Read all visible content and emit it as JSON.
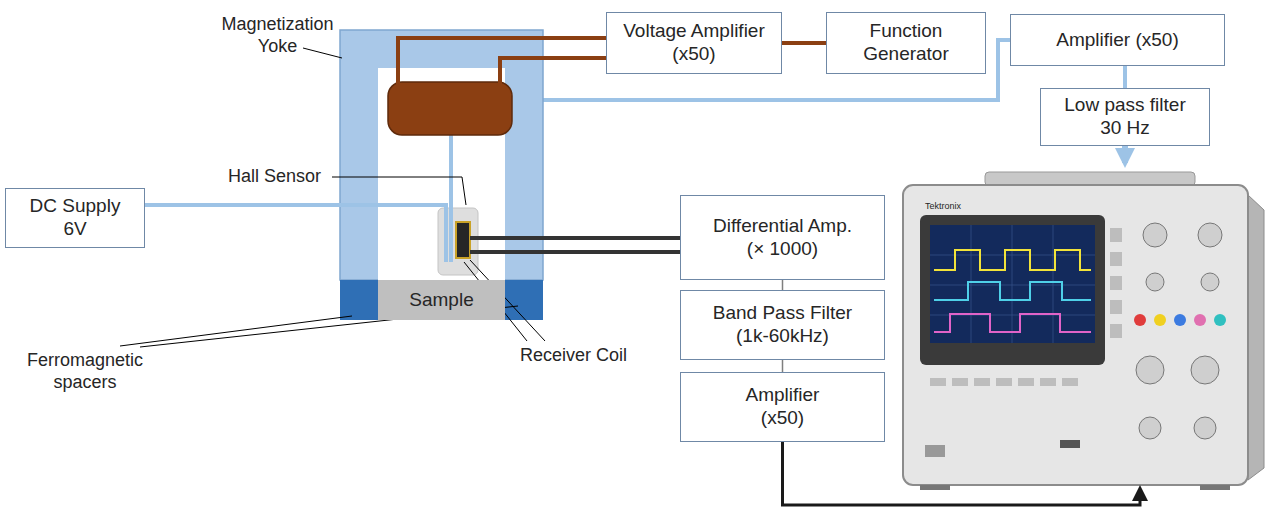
{
  "diagram": {
    "nodes": [
      {
        "text": [
          "Voltage Amplifier (x50)"
        ]
      },
      {
        "text": [
          "Function Generator"
        ]
      },
      {
        "text": [
          "Amplifier (x50)"
        ]
      },
      {
        "text": [
          "DC Supply 6V"
        ]
      },
      {
        "text": [
          "Low pass filter 30 Hz"
        ]
      },
      {
        "text": [
          "Differential Amp. (× 1000)"
        ]
      },
      {
        "text": [
          "Sample"
        ]
      },
      {
        "text": [
          "Band Pass Filter (1k-60kHz)"
        ]
      },
      {
        "text": [
          "Amplifier (x50)"
        ]
      },
      {
        "text": [
          "Tektronix"
        ]
      }
    ],
    "edges": [
      {
        "from": 1,
        "to": 0,
        "arrow": "none"
      },
      {
        "from": 2,
        "to": 4,
        "arrow": "none"
      },
      {
        "from": 4,
        "to": 9,
        "arrow": "to"
      },
      {
        "from": 5,
        "to": 7,
        "arrow": "none"
      },
      {
        "from": 7,
        "to": 8,
        "arrow": "none"
      },
      {
        "from": 8,
        "to": 9,
        "arrow": "to"
      }
    ],
    "labels": [
      "Magnetization Yoke",
      "Hall Sensor",
      "Receiver Coil",
      "Ferromagnetic spacers"
    ]
  }
}
